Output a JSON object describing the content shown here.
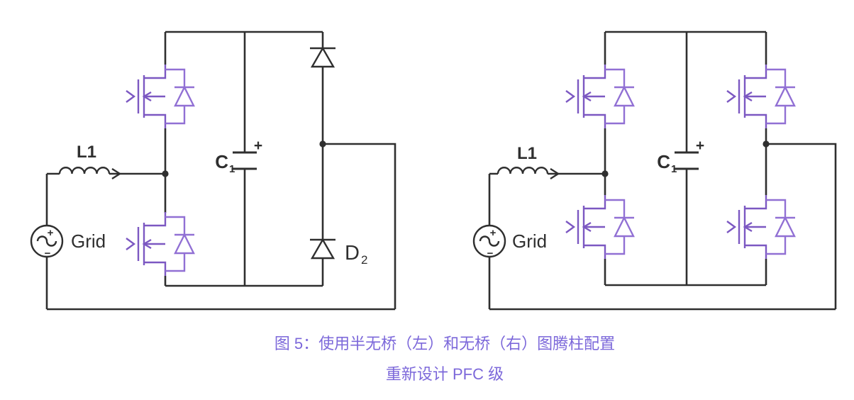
{
  "figure_caption": {
    "line1": "图 5：使用半无桥（左）和无桥（右）图腾柱配置",
    "line2": "重新设计 PFC 级"
  },
  "left_circuit": {
    "inductor_label": "L1",
    "source_label": "Grid",
    "source_plus": "+",
    "source_minus": "−",
    "capacitor_label": "C",
    "capacitor_subscript": "1",
    "capacitor_polarity": "+",
    "diode_label": "D",
    "diode_subscript": "2"
  },
  "right_circuit": {
    "inductor_label": "L1",
    "source_label": "Grid",
    "source_plus": "+",
    "source_minus": "−",
    "capacitor_label": "C",
    "capacitor_subscript": "1",
    "capacitor_polarity": "+"
  },
  "colors": {
    "wire": "#2f2f2f",
    "mosfet": "#7c58c2",
    "mosfet_body_diode": "#9170d4",
    "caption": "#7c68da",
    "background": "#ffffff"
  }
}
